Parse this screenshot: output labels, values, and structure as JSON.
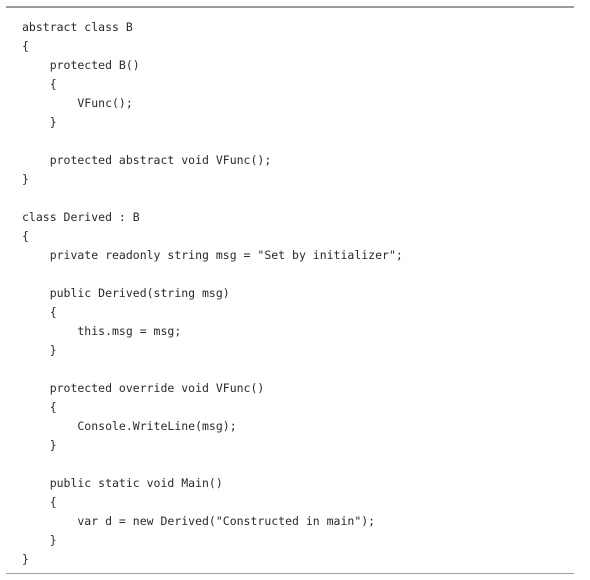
{
  "code": {
    "lines": [
      "abstract class B",
      "{",
      "    protected B()",
      "    {",
      "        VFunc();",
      "    }",
      "",
      "    protected abstract void VFunc();",
      "}",
      "",
      "class Derived : B",
      "{",
      "    private readonly string msg = \"Set by initializer\";",
      "",
      "    public Derived(string msg)",
      "    {",
      "        this.msg = msg;",
      "    }",
      "",
      "    protected override void VFunc()",
      "    {",
      "        Console.WriteLine(msg);",
      "    }",
      "",
      "    public static void Main()",
      "    {",
      "        var d = new Derived(\"Constructed in main\");",
      "    }",
      "}"
    ]
  }
}
